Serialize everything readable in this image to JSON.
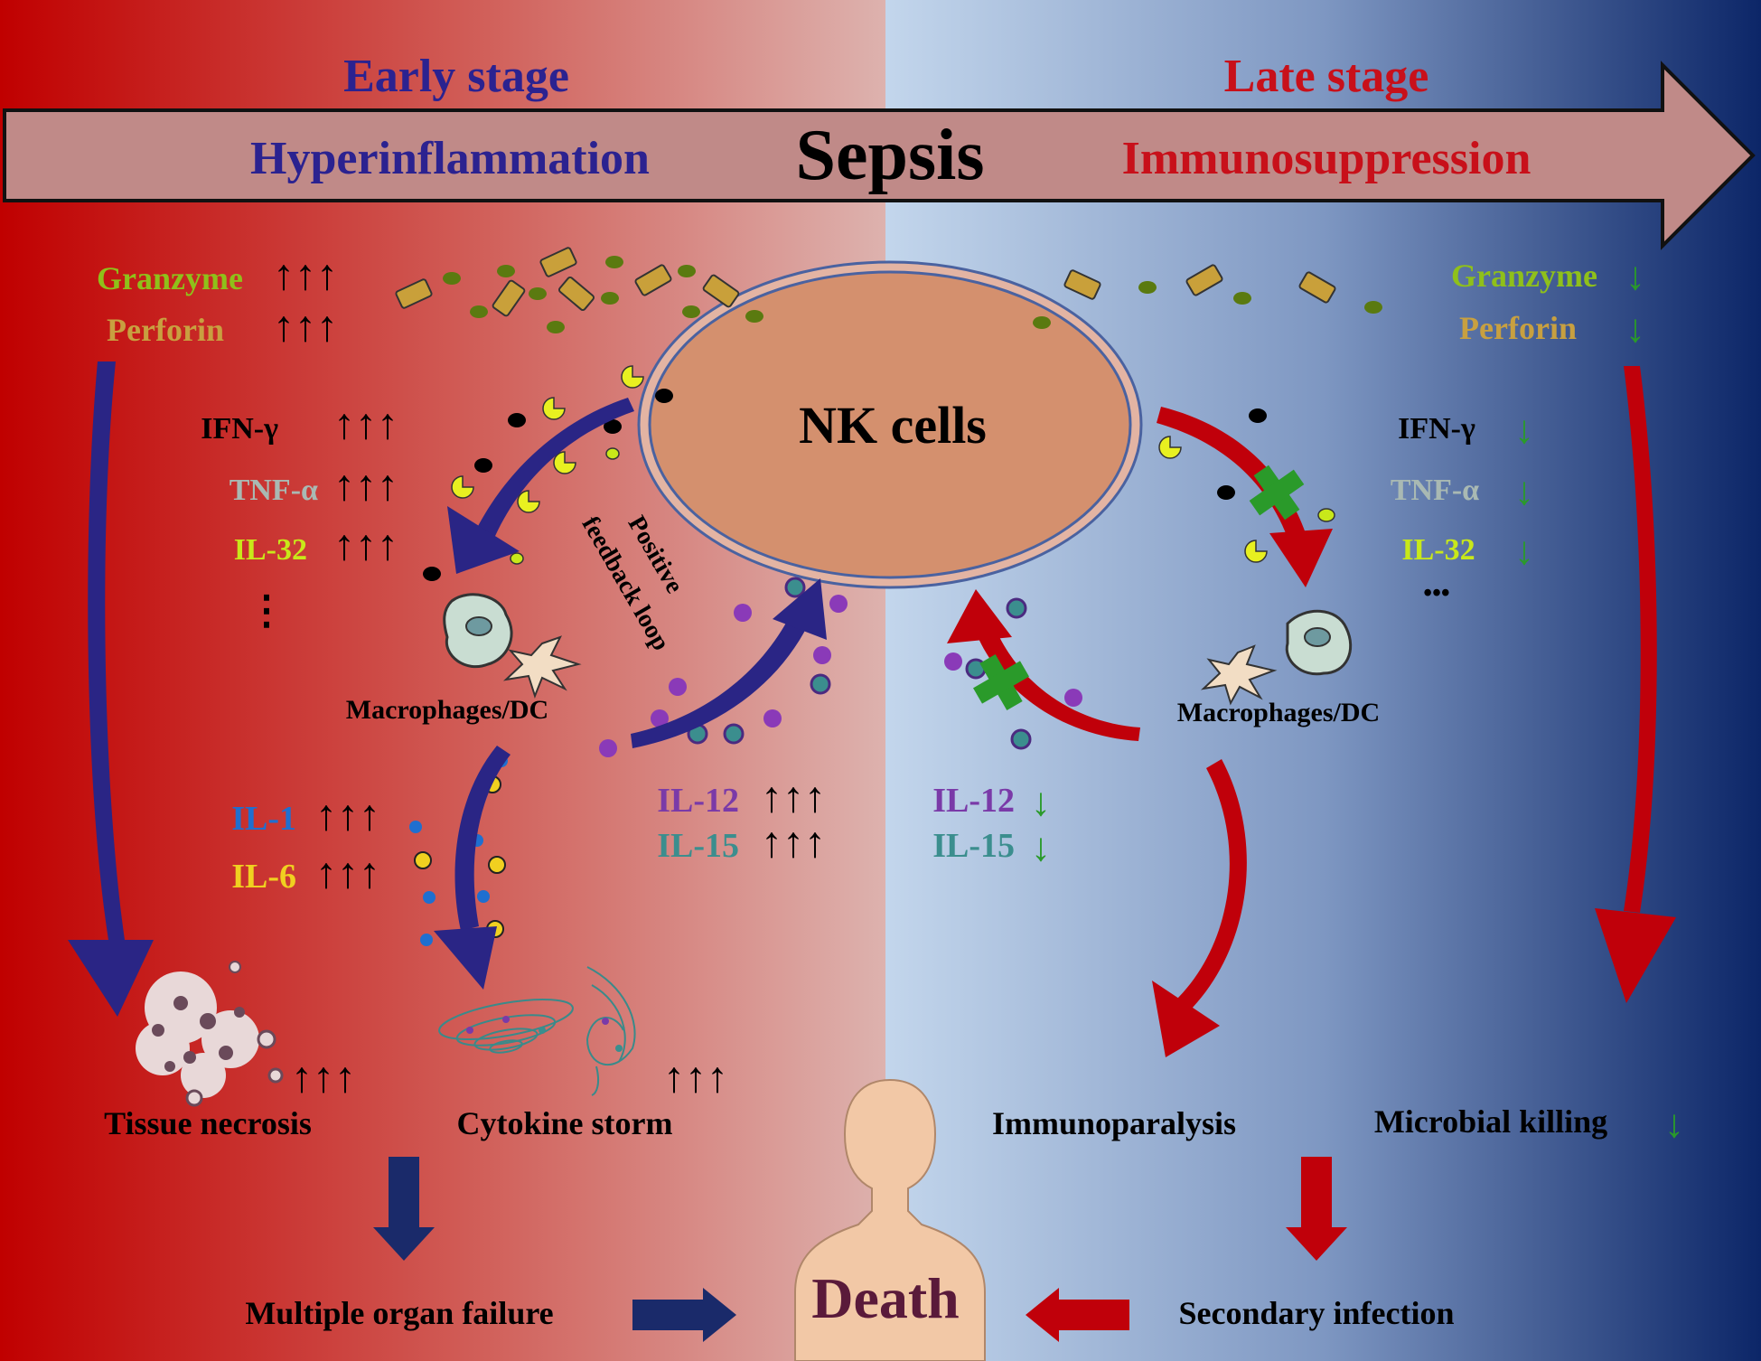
{
  "header": {
    "early_stage": "Early stage",
    "late_stage": "Late stage",
    "hyperinflammation": "Hyperinflammation",
    "sepsis": "Sepsis",
    "immunosuppression": "Immunosuppression"
  },
  "center": {
    "nk_cells": "NK cells",
    "positive_feedback_line1": "Positive",
    "positive_feedback_line2": "feedback loop",
    "death": "Death"
  },
  "early": {
    "granzyme": "Granzyme",
    "perforin": "Perforin",
    "up_arrows": "↑↑↑",
    "ifn": "IFN-γ",
    "tnf": "TNF-α",
    "il32": "IL-32",
    "ellipsis": "⋮",
    "macrophages": "Macrophages/DC",
    "il1": "IL-1",
    "il6": "IL-6",
    "il12": "IL-12",
    "il15": "IL-15",
    "tissue_necrosis": "Tissue necrosis",
    "cytokine_storm": "Cytokine storm",
    "multiple_organ_failure": "Multiple organ failure"
  },
  "late": {
    "granzyme": "Granzyme",
    "perforin": "Perforin",
    "down_arrow": "↓",
    "ifn": "IFN-γ",
    "tnf": "TNF-α",
    "il32": "IL-32",
    "ellipsis": "•••",
    "macrophages": "Macrophages/DC",
    "il12": "IL-12",
    "il15": "IL-15",
    "immunoparalysis": "Immunoparalysis",
    "microbial_killing": "Microbial killing",
    "secondary_infection": "Secondary infection"
  },
  "colors": {
    "early_stage_text": "#2b2290",
    "late_stage_text": "#c8101a",
    "early_arrow": "#2a2585",
    "late_arrow": "#c0000a",
    "inhibit_cross": "#2a9a2a",
    "granzyme": "#8fc01a",
    "perforin": "#c8a040",
    "ifn": "#000000",
    "tnf": "#a9b9b3",
    "il32": "#c8e81a",
    "il1": "#1f6fd0",
    "il6": "#f0d020",
    "il12": "#7a3aa8",
    "il15": "#3b8e8e",
    "down_arrow": "#2a9a2a",
    "death": "#5a1a3a",
    "nk_fill": "#d4906e",
    "left_bg": "#c00000",
    "right_bg": "#0c2668"
  }
}
